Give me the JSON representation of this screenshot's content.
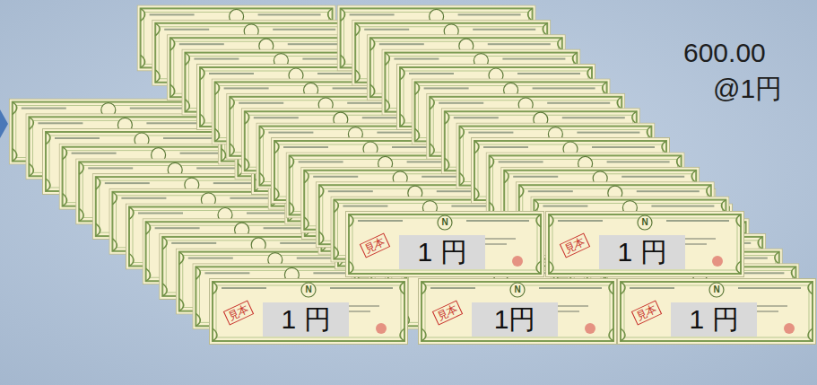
{
  "diagram": {
    "nodes": [
      {
        "text": [
          "1 円"
        ]
      },
      {
        "text": [
          "1 円"
        ]
      },
      {
        "text": [
          "1 円"
        ]
      },
      {
        "text": [
          "1円"
        ]
      },
      {
        "text": [
          "1 円"
        ]
      }
    ],
    "labels": [
      "600.00",
      "@1円",
      "N",
      "N",
      "N",
      "N",
      "N",
      "見本",
      "見本",
      "見本",
      "見本",
      "見本"
    ]
  }
}
